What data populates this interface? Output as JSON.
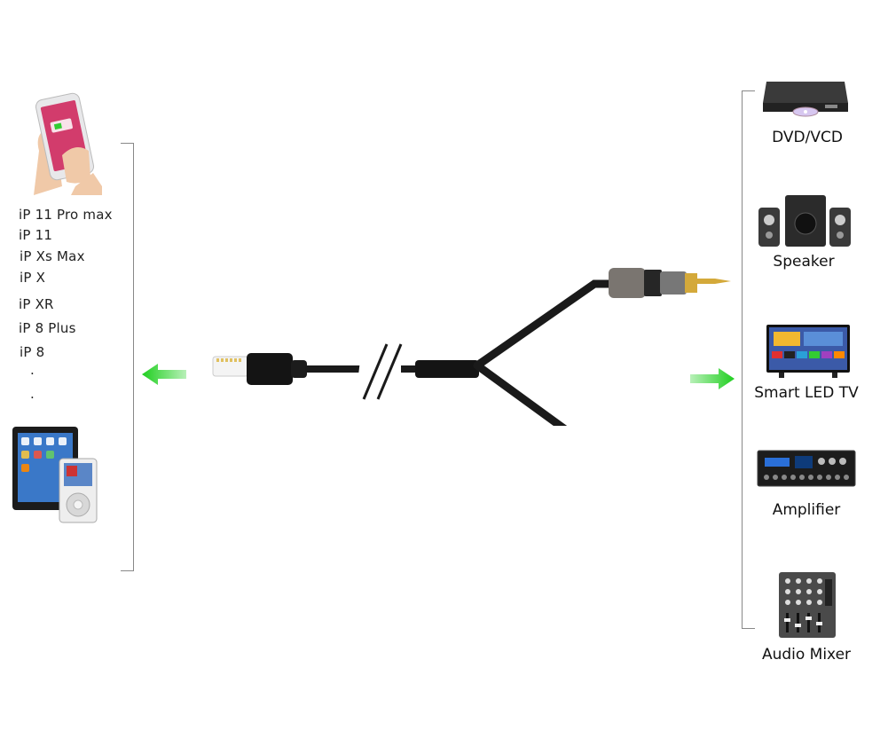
{
  "left_devices": {
    "models": [
      "iP 11 Pro max",
      "iP 11",
      "iP Xs Max",
      "iP X",
      "iP XR",
      "iP 8 Plus",
      "iP 8"
    ],
    "ellipsis": [
      ".",
      "."
    ]
  },
  "right_devices": [
    {
      "label": "DVD/VCD",
      "icon": "dvd-player-icon"
    },
    {
      "label": "Speaker",
      "icon": "speaker-icon"
    },
    {
      "label": "Smart LED TV",
      "icon": "tv-icon"
    },
    {
      "label": "Amplifier",
      "icon": "amplifier-icon"
    },
    {
      "label": "Audio Mixer",
      "icon": "audio-mixer-icon"
    }
  ],
  "colors": {
    "arrow": "#2ecc2e",
    "cable": "#1a1a1a",
    "gold": "#d4a93a",
    "red_plug": "#c8312b",
    "bracket": "#888888"
  }
}
